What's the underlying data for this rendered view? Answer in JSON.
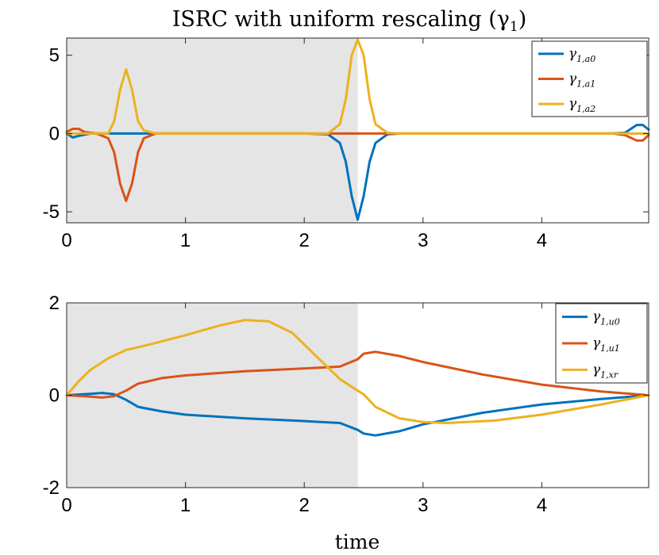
{
  "figure": {
    "title": "ISRC with uniform rescaling (γ",
    "title_sub": "1",
    "title_close": ")",
    "xlabel": "time"
  },
  "colors": {
    "blue": "#0072BD",
    "orange": "#D95319",
    "yellow": "#EDB120",
    "shade": "#E5E5E5",
    "axis": "#262626"
  },
  "chart_data": [
    {
      "type": "line",
      "title": "ISRC with uniform rescaling (γ1)",
      "xlabel": "",
      "ylabel": "",
      "xlim": [
        0,
        4.9
      ],
      "ylim": [
        -5.7,
        6.1
      ],
      "xticks": [
        0,
        1,
        2,
        3,
        4
      ],
      "yticks": [
        -5,
        0,
        5
      ],
      "grid": false,
      "shaded_region": [
        0,
        2.45
      ],
      "legend_position": "top-right",
      "series": [
        {
          "name": "γ1,a0",
          "name_main": "γ",
          "name_sub": "1,a0",
          "color": "blue",
          "x": [
            0,
            0.05,
            0.1,
            0.2,
            0.3,
            2.0,
            2.2,
            2.3,
            2.35,
            2.4,
            2.45,
            2.5,
            2.55,
            2.6,
            2.7,
            2.8,
            4.6,
            4.7,
            4.8,
            4.85,
            4.9
          ],
          "y": [
            0,
            -0.25,
            -0.15,
            0,
            0,
            0,
            -0.05,
            -0.6,
            -1.8,
            -4.0,
            -5.5,
            -4.0,
            -1.8,
            -0.6,
            -0.05,
            0,
            0,
            0.05,
            0.55,
            0.55,
            0.25
          ]
        },
        {
          "name": "γ1,a1",
          "name_main": "γ",
          "name_sub": "1,a1",
          "color": "orange",
          "x": [
            0,
            0.05,
            0.1,
            0.15,
            0.25,
            0.35,
            0.4,
            0.45,
            0.5,
            0.55,
            0.6,
            0.65,
            0.75,
            0.85,
            4.6,
            4.7,
            4.8,
            4.85,
            4.9
          ],
          "y": [
            0.1,
            0.3,
            0.3,
            0.1,
            0,
            -0.3,
            -1.2,
            -3.2,
            -4.3,
            -3.2,
            -1.2,
            -0.3,
            0,
            0,
            0,
            -0.1,
            -0.45,
            -0.45,
            -0.1
          ]
        },
        {
          "name": "γ1,a2",
          "name_main": "γ",
          "name_sub": "1,a2",
          "color": "yellow",
          "x": [
            0,
            0.35,
            0.4,
            0.45,
            0.5,
            0.55,
            0.6,
            0.65,
            0.75,
            2.2,
            2.3,
            2.35,
            2.4,
            2.45,
            2.5,
            2.55,
            2.6,
            2.7,
            2.8,
            4.9
          ],
          "y": [
            0,
            0,
            0.8,
            2.8,
            4.1,
            2.8,
            0.8,
            0.2,
            0,
            0,
            0.6,
            2.2,
            5.0,
            6.0,
            5.0,
            2.2,
            0.6,
            0.05,
            0,
            0
          ]
        }
      ]
    },
    {
      "type": "line",
      "title": "",
      "xlabel": "time",
      "ylabel": "",
      "xlim": [
        0,
        4.9
      ],
      "ylim": [
        -2,
        2
      ],
      "xticks": [
        0,
        1,
        2,
        3,
        4
      ],
      "yticks": [
        -2,
        0,
        2
      ],
      "grid": false,
      "shaded_region": [
        0,
        2.45
      ],
      "legend_position": "top-right",
      "series": [
        {
          "name": "γ1,u0",
          "name_main": "γ",
          "name_sub": "1,u0",
          "color": "blue",
          "x": [
            0,
            0.2,
            0.3,
            0.4,
            0.5,
            0.6,
            0.8,
            1.0,
            1.5,
            2.0,
            2.3,
            2.45,
            2.5,
            2.6,
            2.8,
            3.0,
            3.5,
            4.0,
            4.5,
            4.9
          ],
          "y": [
            0,
            0.03,
            0.05,
            0.02,
            -0.1,
            -0.25,
            -0.35,
            -0.42,
            -0.5,
            -0.56,
            -0.6,
            -0.75,
            -0.83,
            -0.87,
            -0.78,
            -0.63,
            -0.38,
            -0.2,
            -0.08,
            0
          ]
        },
        {
          "name": "γ1,u1",
          "name_main": "γ",
          "name_sub": "1,u1",
          "color": "orange",
          "x": [
            0,
            0.2,
            0.3,
            0.4,
            0.5,
            0.6,
            0.8,
            1.0,
            1.5,
            2.0,
            2.3,
            2.45,
            2.5,
            2.6,
            2.8,
            3.0,
            3.5,
            4.0,
            4.5,
            4.9
          ],
          "y": [
            0,
            -0.03,
            -0.05,
            -0.02,
            0.1,
            0.25,
            0.37,
            0.43,
            0.52,
            0.58,
            0.62,
            0.78,
            0.9,
            0.94,
            0.85,
            0.72,
            0.45,
            0.23,
            0.08,
            0
          ]
        },
        {
          "name": "γ1,xr",
          "name_main": "γ",
          "name_sub": "1,xr",
          "color": "yellow",
          "x": [
            0,
            0.1,
            0.2,
            0.35,
            0.5,
            0.7,
            1.0,
            1.3,
            1.5,
            1.7,
            1.9,
            2.1,
            2.3,
            2.45,
            2.5,
            2.6,
            2.8,
            3.0,
            3.2,
            3.6,
            4.0,
            4.5,
            4.9
          ],
          "y": [
            0,
            0.3,
            0.55,
            0.8,
            0.98,
            1.1,
            1.3,
            1.52,
            1.63,
            1.6,
            1.35,
            0.85,
            0.35,
            0.1,
            0.02,
            -0.25,
            -0.5,
            -0.58,
            -0.6,
            -0.55,
            -0.42,
            -0.2,
            0
          ]
        }
      ]
    }
  ]
}
